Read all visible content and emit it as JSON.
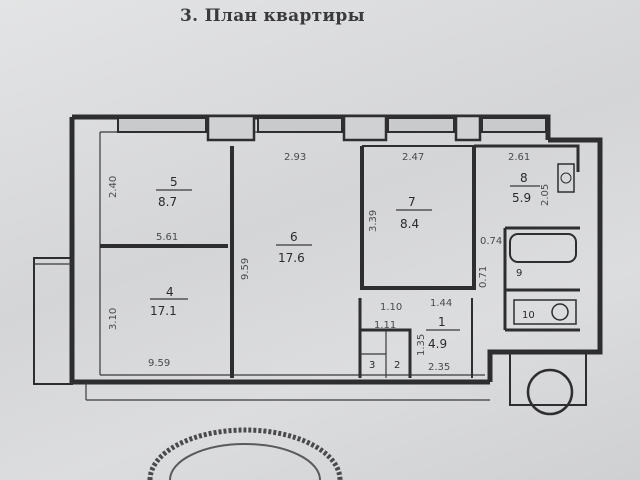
{
  "title": "3. План квартиры",
  "rooms": [
    {
      "num": "1",
      "area": "4.9"
    },
    {
      "num": "4",
      "area": "17.1"
    },
    {
      "num": "5",
      "area": "8.7"
    },
    {
      "num": "6",
      "area": "17.6"
    },
    {
      "num": "7",
      "area": "8.4"
    },
    {
      "num": "8",
      "area": "5.9"
    }
  ],
  "small_rooms": [
    "2",
    "3",
    "9",
    "10"
  ],
  "dimensions": {
    "top_room5_height": "2.40",
    "top_room6_width": "2.93",
    "top_room7_width": "2.47",
    "top_room8_width": "2.61",
    "room5_width": "5.61",
    "room4_height": "3.10",
    "room6_height": "9.59",
    "room4_width": "9.59",
    "room7_height": "3.39",
    "room8_height": "2.05",
    "corridor_a": "1.10",
    "corridor_b": "1.44",
    "corridor_c": "2.35",
    "corridor_d": "1.11",
    "corridor_e": "1.35",
    "bath_a": "0.74",
    "bath_b": "0.71"
  }
}
